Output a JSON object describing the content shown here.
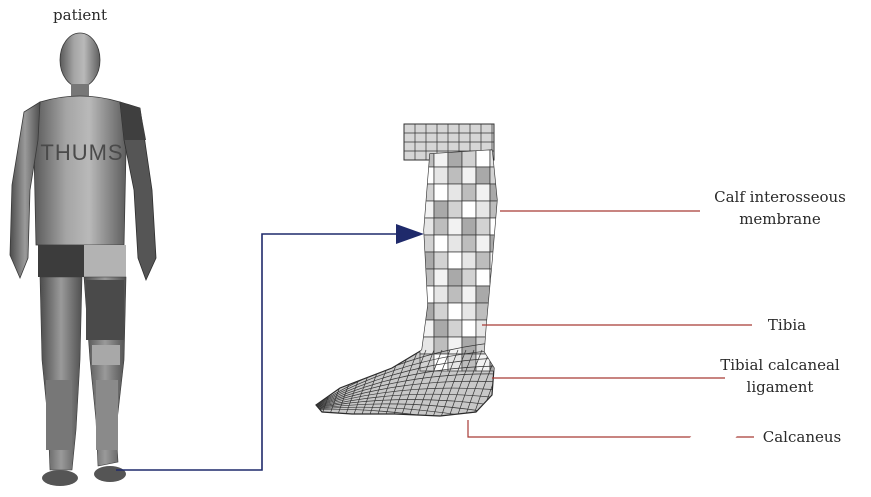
{
  "figure": {
    "title_label": "patient",
    "model_text": "THUMS"
  },
  "annotations": [
    {
      "id": "calf",
      "lines": [
        "Calf interosseous",
        "membrane"
      ]
    },
    {
      "id": "tibia",
      "lines": [
        "Tibia"
      ]
    },
    {
      "id": "tcl",
      "lines": [
        "Tibial calcaneal",
        "ligament"
      ]
    },
    {
      "id": "calc",
      "lines": [
        "Calcaneus"
      ]
    }
  ],
  "colors": {
    "arrow": "#1f2a6b",
    "leader": "#a83a35",
    "body_gray": "#8a8a8a",
    "mesh_line": "#333333"
  }
}
